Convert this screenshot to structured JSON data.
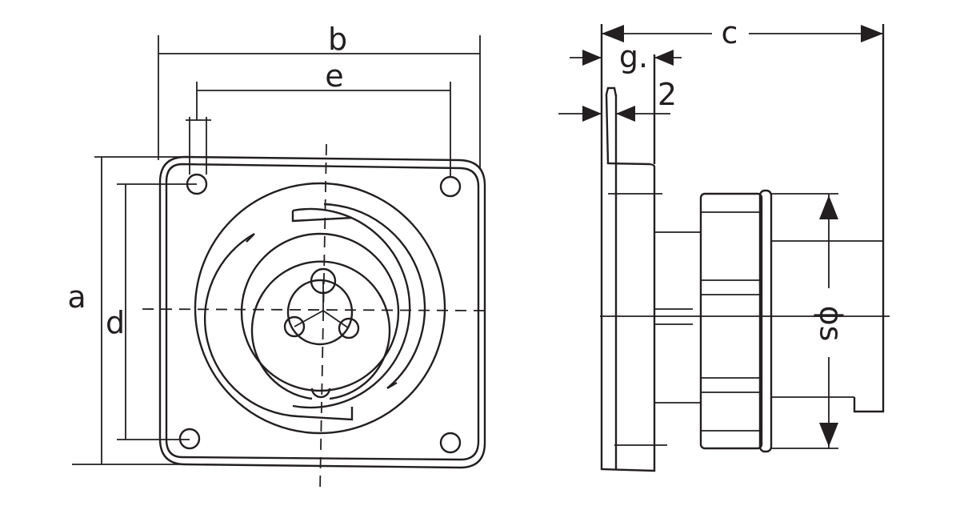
{
  "diagram": {
    "labels": {
      "a": "a",
      "b": "b",
      "c": "c",
      "d": "d",
      "e": "e",
      "g": "g.",
      "two": "2",
      "phi_s": "ϕs"
    },
    "colors": {
      "line": "#231f20",
      "background": "#ffffff"
    }
  }
}
